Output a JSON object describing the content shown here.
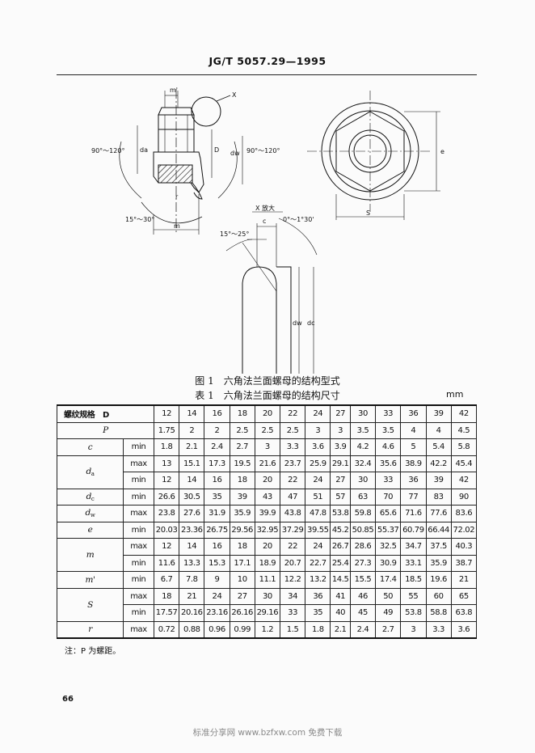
{
  "header": {
    "standard_code": "JG/T 5057.29—1995"
  },
  "figure": {
    "caption": "图 1　六角法兰面螺母的结构型式",
    "labels": {
      "m_prime": "m'",
      "x_mark": "X",
      "angle_left": "90°～120°",
      "angle_right": "90°～120°",
      "da": "da",
      "dw": "dw",
      "d_big": "D",
      "dc": "dc",
      "r": "r",
      "angle_bottom": "15°～30°",
      "m": "m",
      "e": "e",
      "s": "S",
      "x_detail": "X 放大",
      "c": "c",
      "angle_detail_top": "0°～1°30'",
      "angle_detail_left": "15°～25°",
      "detail_dw": "dw",
      "detail_dc": "dc"
    }
  },
  "table": {
    "caption": "表 1　六角法兰面螺母的结构尺寸",
    "unit": "mm",
    "header_label": "螺纹规格　D",
    "sizes": [
      "12",
      "14",
      "16",
      "18",
      "20",
      "22",
      "24",
      "27",
      "30",
      "33",
      "36",
      "39",
      "42"
    ],
    "rows": [
      {
        "sym": "P",
        "qual": "",
        "values": [
          "1.75",
          "2",
          "2",
          "2.5",
          "2.5",
          "2.5",
          "3",
          "3",
          "3.5",
          "3.5",
          "4",
          "4",
          "4.5"
        ]
      },
      {
        "sym": "c",
        "qual": "min",
        "values": [
          "1.8",
          "2.1",
          "2.4",
          "2.7",
          "3",
          "3.3",
          "3.6",
          "3.9",
          "4.2",
          "4.6",
          "5",
          "5.4",
          "5.8"
        ]
      },
      {
        "sym": "d",
        "sub": "a",
        "qual": "max",
        "values": [
          "13",
          "15.1",
          "17.3",
          "19.5",
          "21.6",
          "23.7",
          "25.9",
          "29.1",
          "32.4",
          "35.6",
          "38.9",
          "42.2",
          "45.4"
        ]
      },
      {
        "sym": "",
        "qual": "min",
        "values": [
          "12",
          "14",
          "16",
          "18",
          "20",
          "22",
          "24",
          "27",
          "30",
          "33",
          "36",
          "39",
          "42"
        ]
      },
      {
        "sym": "d",
        "sub": "c",
        "qual": "min",
        "values": [
          "26.6",
          "30.5",
          "35",
          "39",
          "43",
          "47",
          "51",
          "57",
          "63",
          "70",
          "77",
          "83",
          "90"
        ]
      },
      {
        "sym": "d",
        "sub": "w",
        "qual": "max",
        "values": [
          "23.8",
          "27.6",
          "31.9",
          "35.9",
          "39.9",
          "43.8",
          "47.8",
          "53.8",
          "59.8",
          "65.6",
          "71.6",
          "77.6",
          "83.6"
        ]
      },
      {
        "sym": "e",
        "qual": "min",
        "values": [
          "20.03",
          "23.36",
          "26.75",
          "29.56",
          "32.95",
          "37.29",
          "39.55",
          "45.2",
          "50.85",
          "55.37",
          "60.79",
          "66.44",
          "72.02"
        ]
      },
      {
        "sym": "m",
        "qual": "max",
        "values": [
          "12",
          "14",
          "16",
          "18",
          "20",
          "22",
          "24",
          "26.7",
          "28.6",
          "32.5",
          "34.7",
          "37.5",
          "40.3"
        ]
      },
      {
        "sym": "",
        "qual": "min",
        "values": [
          "11.6",
          "13.3",
          "15.3",
          "17.1",
          "18.9",
          "20.7",
          "22.7",
          "25.4",
          "27.3",
          "30.9",
          "33.1",
          "35.9",
          "38.7"
        ]
      },
      {
        "sym": "m'",
        "qual": "min",
        "values": [
          "6.7",
          "7.8",
          "9",
          "10",
          "11.1",
          "12.2",
          "13.2",
          "14.5",
          "15.5",
          "17.4",
          "18.5",
          "19.6",
          "21"
        ]
      },
      {
        "sym": "S",
        "qual": "max",
        "values": [
          "18",
          "21",
          "24",
          "27",
          "30",
          "34",
          "36",
          "41",
          "46",
          "50",
          "55",
          "60",
          "65"
        ]
      },
      {
        "sym": "",
        "qual": "min",
        "values": [
          "17.57",
          "20.16",
          "23.16",
          "26.16",
          "29.16",
          "33",
          "35",
          "40",
          "45",
          "49",
          "53.8",
          "58.8",
          "63.8"
        ]
      },
      {
        "sym": "r",
        "qual": "max",
        "values": [
          "0.72",
          "0.88",
          "0.96",
          "0.99",
          "1.2",
          "1.5",
          "1.8",
          "2.1",
          "2.4",
          "2.7",
          "3",
          "3.3",
          "3.6"
        ]
      }
    ]
  },
  "note": "注：P 为螺距。",
  "page_number": "66",
  "watermark": "标准分享网 www.bzfxw.com 免费下载"
}
